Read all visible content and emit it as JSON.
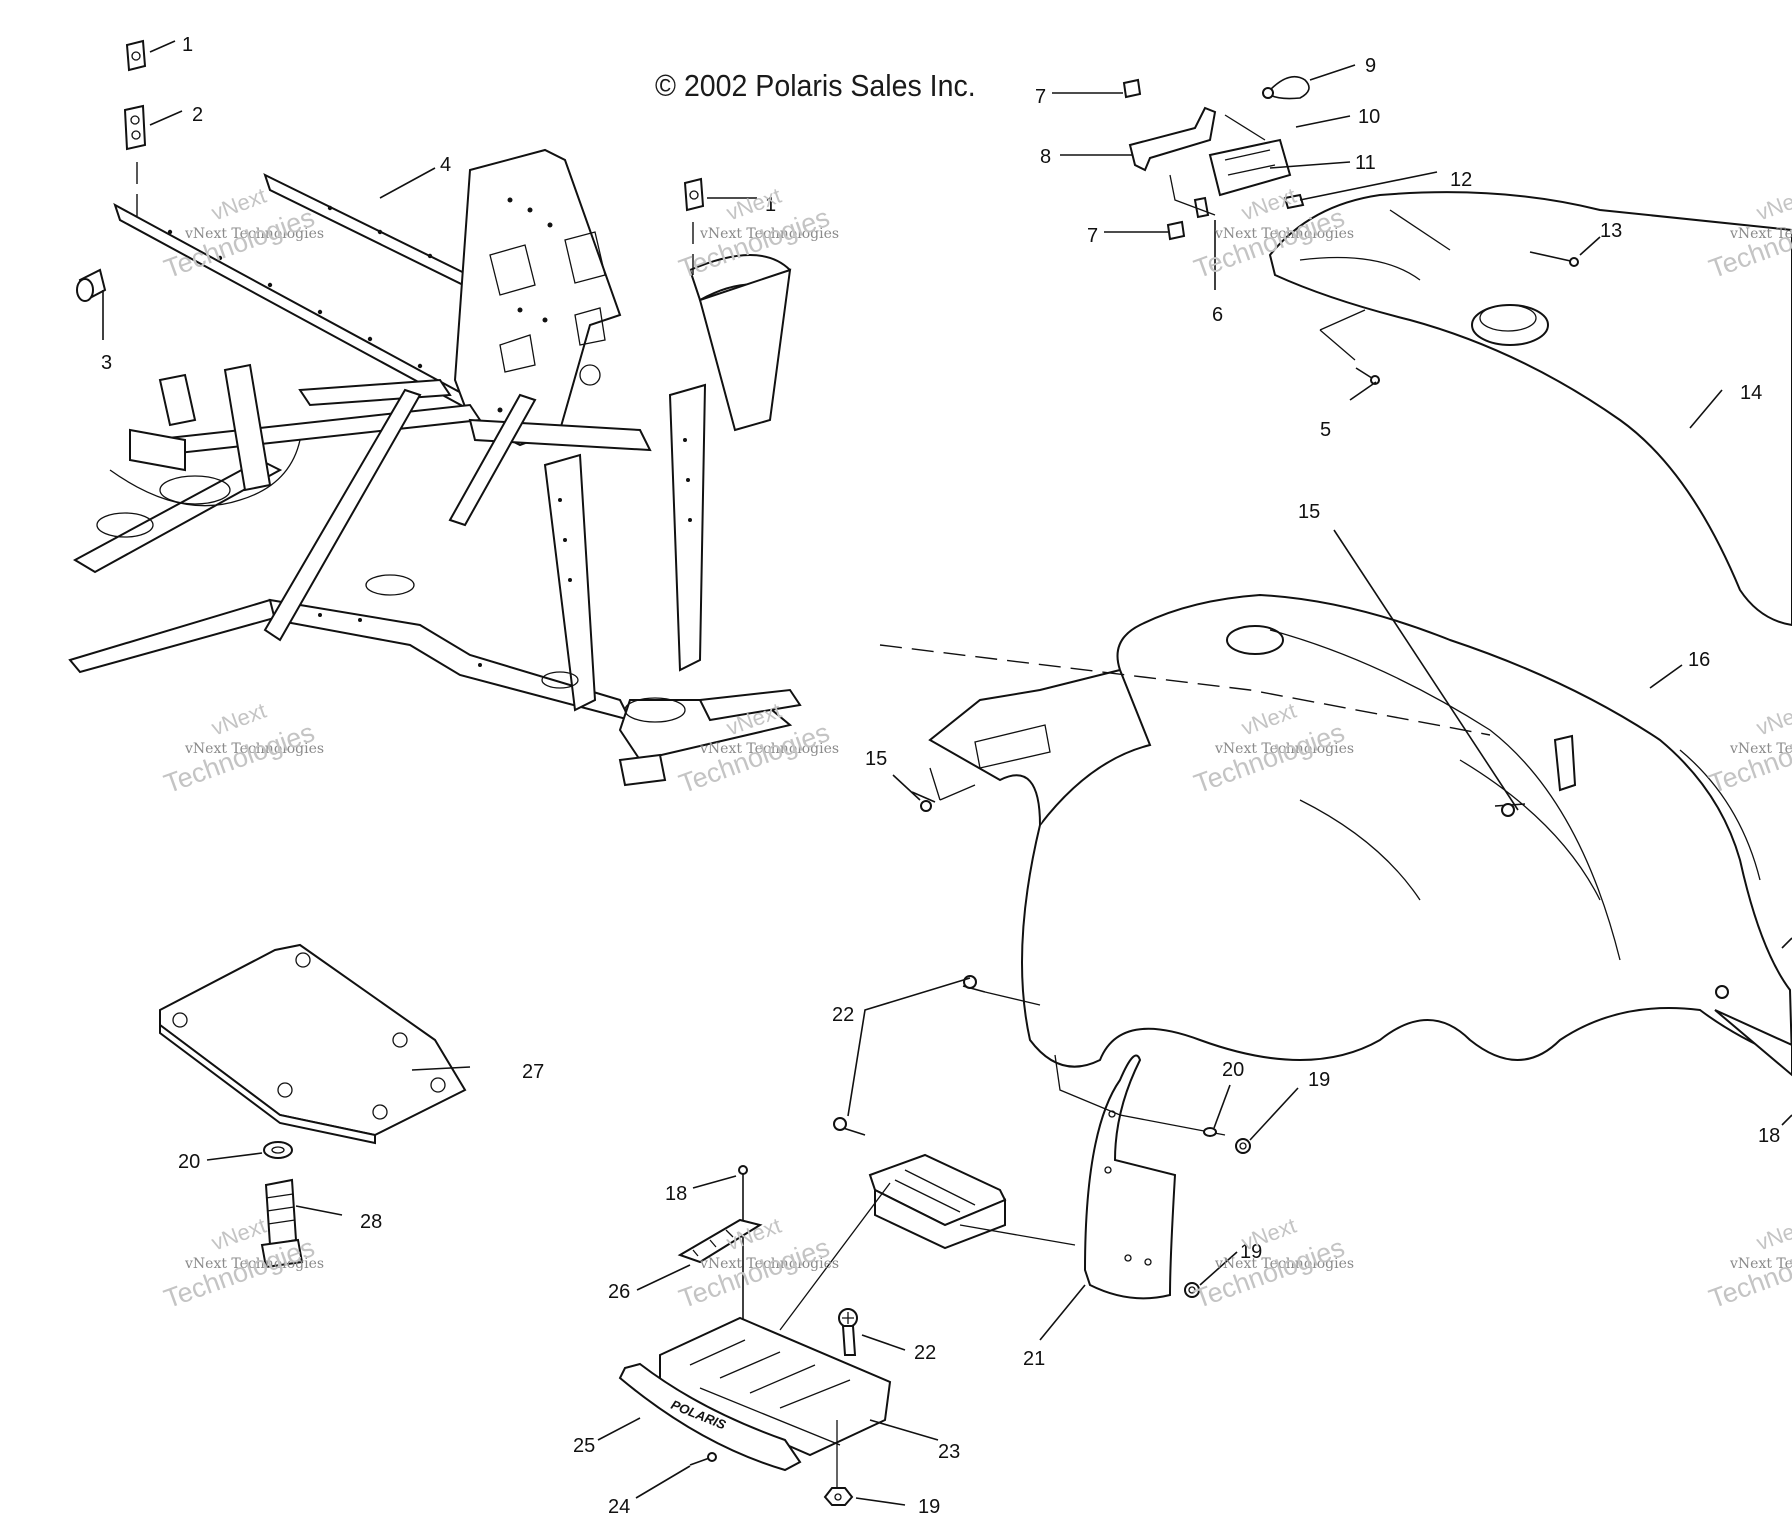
{
  "copyright": "© 2002 Polaris Sales Inc.",
  "watermark": {
    "line1": "vNext",
    "line2": "vNext Technologies",
    "line3": "Technologies"
  },
  "callouts": [
    {
      "id": "c1a",
      "text": "1"
    },
    {
      "id": "c2",
      "text": "2"
    },
    {
      "id": "c3",
      "text": "3"
    },
    {
      "id": "c4",
      "text": "4"
    },
    {
      "id": "c1b",
      "text": "1"
    },
    {
      "id": "c7a",
      "text": "7"
    },
    {
      "id": "c8",
      "text": "8"
    },
    {
      "id": "c7b",
      "text": "7"
    },
    {
      "id": "c9",
      "text": "9"
    },
    {
      "id": "c10",
      "text": "10"
    },
    {
      "id": "c11",
      "text": "11"
    },
    {
      "id": "c12",
      "text": "12"
    },
    {
      "id": "c6",
      "text": "6"
    },
    {
      "id": "c13",
      "text": "13"
    },
    {
      "id": "c5",
      "text": "5"
    },
    {
      "id": "c14",
      "text": "14"
    },
    {
      "id": "c15a",
      "text": "15"
    },
    {
      "id": "c16",
      "text": "16"
    },
    {
      "id": "c15b",
      "text": "15"
    },
    {
      "id": "c22a",
      "text": "22"
    },
    {
      "id": "c20a",
      "text": "20"
    },
    {
      "id": "c19a",
      "text": "19"
    },
    {
      "id": "c27",
      "text": "27"
    },
    {
      "id": "c20b",
      "text": "20"
    },
    {
      "id": "c28",
      "text": "28"
    },
    {
      "id": "c18a",
      "text": "18"
    },
    {
      "id": "c26",
      "text": "26"
    },
    {
      "id": "c19b",
      "text": "19"
    },
    {
      "id": "c22b",
      "text": "22"
    },
    {
      "id": "c21",
      "text": "21"
    },
    {
      "id": "c25",
      "text": "25"
    },
    {
      "id": "c23",
      "text": "23"
    },
    {
      "id": "c24",
      "text": "24"
    },
    {
      "id": "c19c",
      "text": "19"
    },
    {
      "id": "c18b",
      "text": "18"
    }
  ]
}
